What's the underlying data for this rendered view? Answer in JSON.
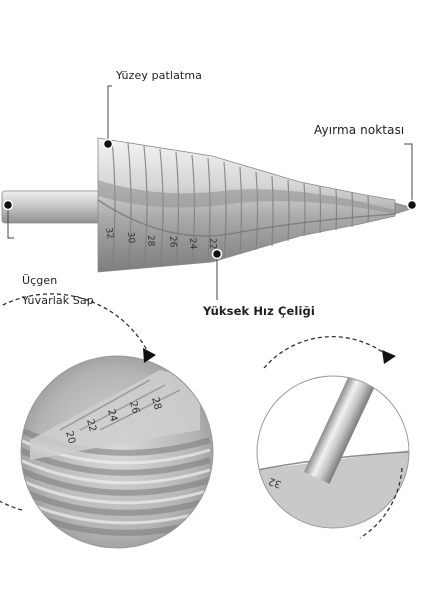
{
  "labels": {
    "surface_blast": "Yüzey patlatma",
    "split_point": "Ayırma noktası",
    "triangle_line1": "Üçgen",
    "triangle_line2": "Yuvarlak Sap",
    "hss": "Yüksek Hız Çeliği"
  },
  "drill_steps": [
    "32",
    "30",
    "28",
    "26",
    "24",
    "22"
  ],
  "detail_left_steps": [
    "28",
    "26",
    "24",
    "22",
    "20"
  ],
  "detail_right_step": "32",
  "colors": {
    "metal_light": "#e6e6e6",
    "metal_mid": "#bdbdbd",
    "metal_dark": "#8a8a8a",
    "line": "#4a4a4a",
    "dashed": "#333333"
  }
}
